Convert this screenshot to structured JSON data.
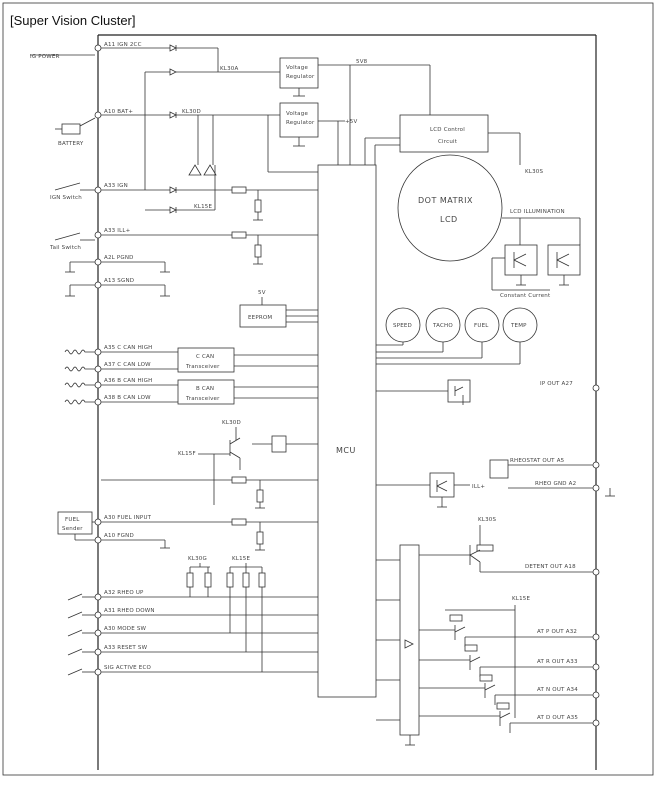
{
  "title": "[Super Vision Cluster]",
  "pins": {
    "ign_cc": "A11 IGN 2CC",
    "bat": "A10 BAT+",
    "ign": "A33 IGN",
    "ill": "A33 ILL+",
    "pgnd": "A2L PGND",
    "sgnd": "A13 SGND",
    "can_c_high": "A35 C CAN HIGH",
    "can_c_low": "A37 C CAN LOW",
    "can_b_high": "A36 B CAN HIGH",
    "can_b_low": "A38 B CAN LOW",
    "fuel_input": "A30 FUEL INPUT",
    "fgnd": "A10 FGND",
    "rheo_up": "A32 RHEO UP",
    "rheo_down": "A31 RHEO DOWN",
    "mode_sw": "A30 MODE SW",
    "reset_sw": "A33 RESET SW",
    "sig_active_eco": "SIG ACTIVE ECO"
  },
  "externals": {
    "ig_power": "IG POWER",
    "battery": "BATTERY",
    "ign_switch": "IGN Switch",
    "tail_switch": "Tail Switch",
    "fuel_sender": [
      "FUEL",
      "Sender"
    ]
  },
  "blocks": {
    "vreg1": [
      "Voltage",
      "Regulator"
    ],
    "vreg2": [
      "Voltage",
      "Regulator"
    ],
    "lcd_control": [
      "LCD Control",
      "Circuit"
    ],
    "dot_matrix": [
      "DOT MATRIX",
      "LCD"
    ],
    "eeprom": "EEPROM",
    "c_can": [
      "C CAN",
      "Transceiver"
    ],
    "b_can": [
      "B CAN",
      "Transceiver"
    ],
    "mcu": "MCU",
    "constant_current": "Constant Current",
    "gauges": [
      "SPEED",
      "TACHO",
      "FUEL",
      "TEMP"
    ]
  },
  "nets": {
    "kl30a": "KL30A",
    "kl30d": "KL30D",
    "kl15e": "KL15E",
    "kl15f": "KL15F",
    "kl30g": "KL30G",
    "kl15e_b": "KL15E",
    "kl30s": "KL30S",
    "kl30d_b": "KL30D",
    "kl15e_c": "KL15E",
    "sv8": "5V8",
    "plus5v": "+5V",
    "v5": "5V",
    "kl30s_lcd": "KL30S",
    "ill_plus": "ILL+"
  },
  "labels": {
    "lcd_illumination": "LCD ILLUMINATION"
  },
  "outputs": {
    "ip_out": "IP OUT A27",
    "rheostat_out": "RHEOSTAT OUT A5",
    "rheo_gnd": "RHEO GND A2",
    "detent_out": "DETENT OUT A18",
    "at_p": "AT P OUT A32",
    "at_r": "AT R OUT A33",
    "at_n": "AT N OUT A34",
    "at_d": "AT D OUT A35"
  }
}
